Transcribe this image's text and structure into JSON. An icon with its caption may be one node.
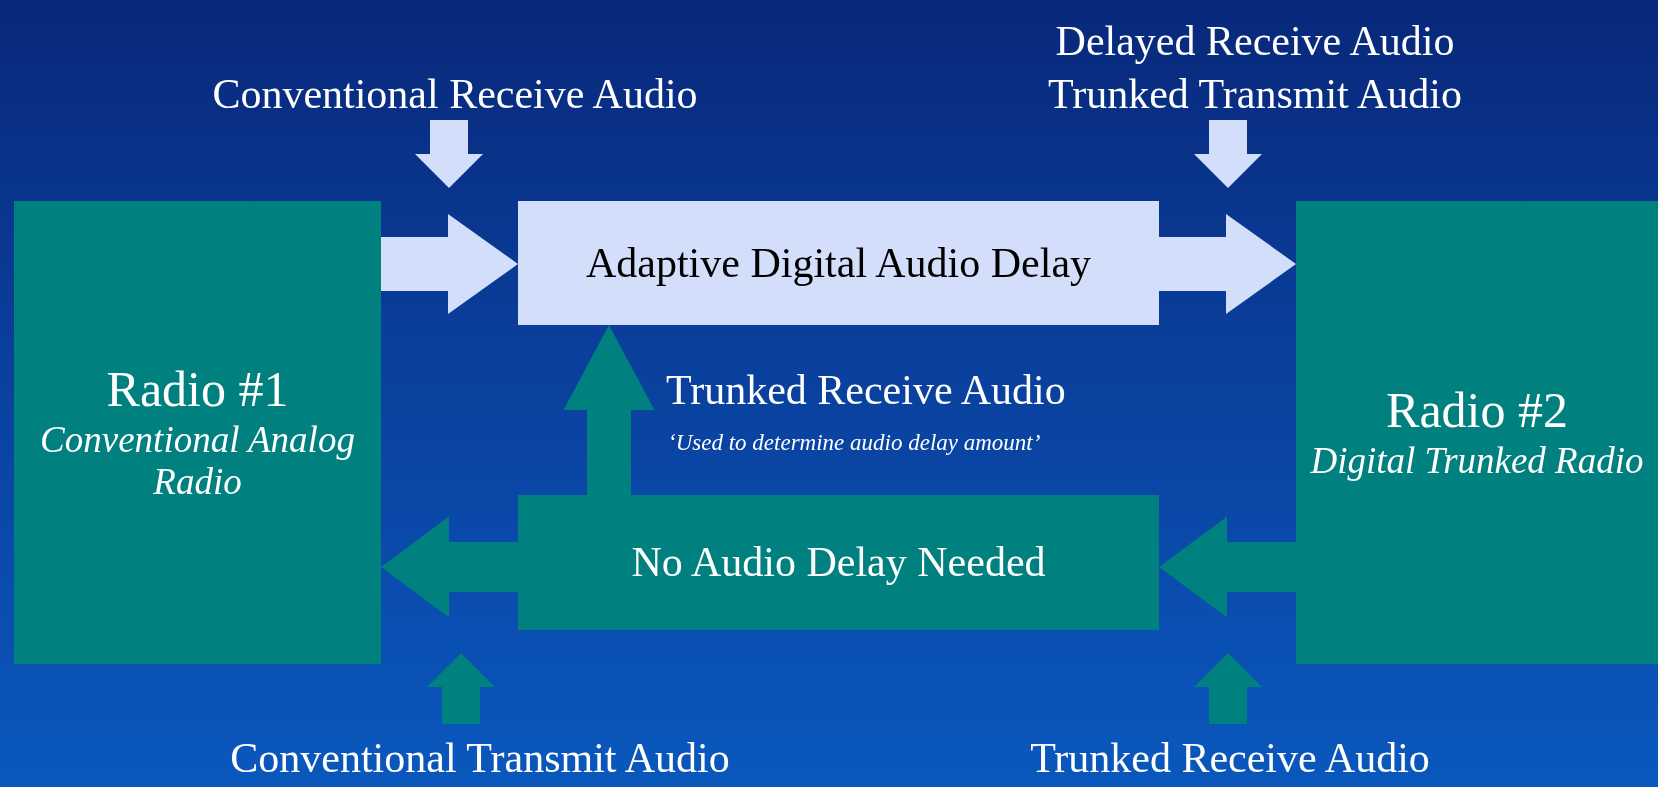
{
  "diagram": {
    "nodes": [
      {
        "text": [
          "Radio #1",
          "Conventional Analog Radio"
        ]
      },
      {
        "text": [
          "Adaptive Digital Audio Delay"
        ]
      },
      {
        "text": [
          "No Audio Delay Needed"
        ]
      },
      {
        "text": [
          "Radio #2",
          "Digital Trunked Radio"
        ]
      },
      {
        "text": [
          "Conventional Receive Audio"
        ]
      },
      {
        "text": [
          "Delayed Receive Audio",
          "Trunked Transmit Audio"
        ]
      },
      {
        "text": [
          "Conventional Transmit Audio"
        ]
      },
      {
        "text": [
          "Trunked Receive Audio"
        ]
      }
    ],
    "edges": [
      {
        "from": 0,
        "to": 1,
        "arrow": "to",
        "color": "#d3defa"
      },
      {
        "from": 1,
        "to": 3,
        "arrow": "to",
        "color": "#d3defa"
      },
      {
        "from": 2,
        "to": 0,
        "arrow": "to"
      },
      {
        "from": 3,
        "to": 2,
        "arrow": "to"
      },
      {
        "from": 2,
        "to": 1,
        "arrow": "to"
      },
      {
        "from": 4,
        "to": null,
        "arrow": "to",
        "color": "#d3defa"
      },
      {
        "from": 5,
        "to": null,
        "arrow": "to",
        "color": "#d3defa"
      },
      {
        "from": 6,
        "to": null,
        "arrow": "to"
      },
      {
        "from": 7,
        "to": null,
        "arrow": "to"
      }
    ],
    "labels": [
      "Trunked Receive Audio",
      "‘Used to determine audio delay amount’"
    ]
  }
}
